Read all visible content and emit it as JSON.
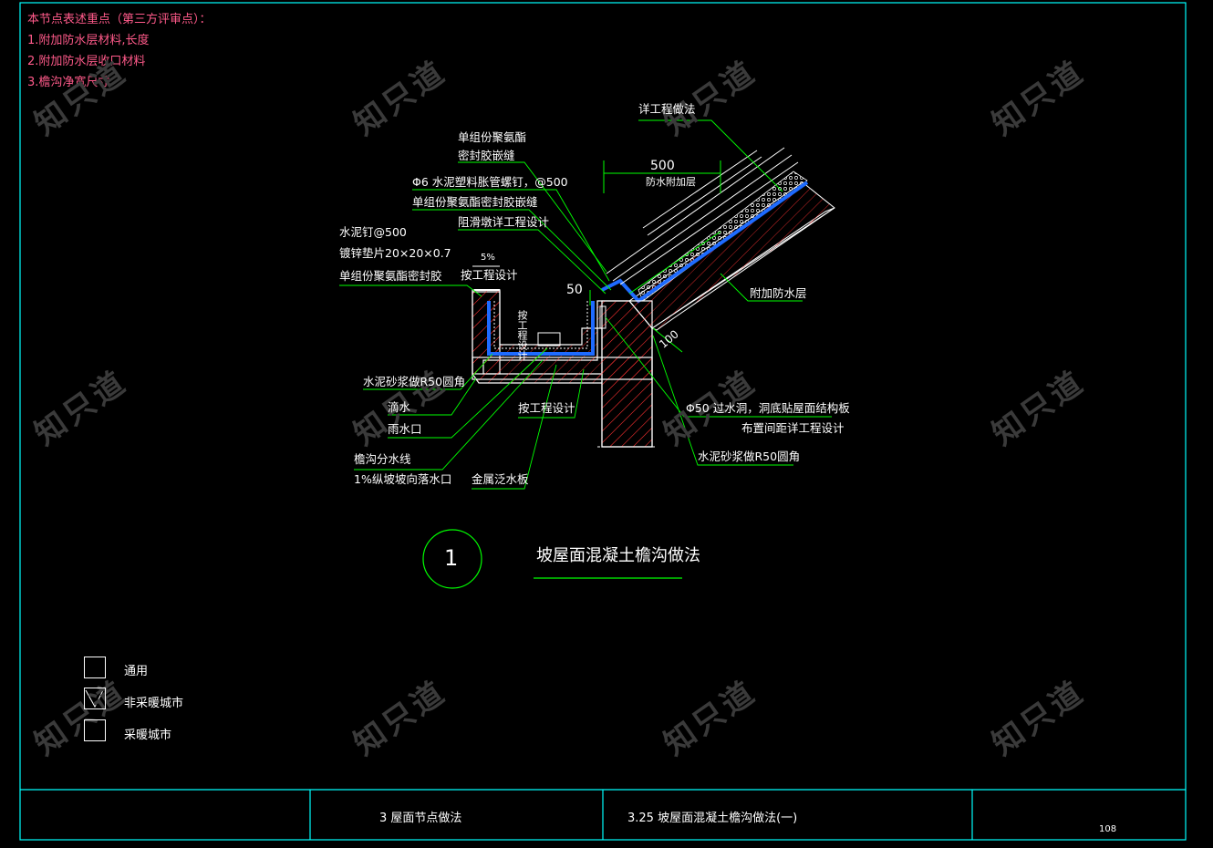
{
  "notes": [
    "本节点表述重点（第三方评审点）：",
    "1.附加防水层材料,长度",
    "2.附加防水层收口材料",
    "3.檐沟净宽尺寸"
  ],
  "labels": {
    "detail_ref": "详工程做法",
    "pu_sealant_1": "单组份聚氨酯",
    "pu_sealant_2": "密封胶嵌缝",
    "dim_500": "500",
    "waterproof_add": "防水附加层",
    "anchor_bolt": "Φ6 水泥塑料胀管螺钉，@500",
    "pu_sealant_joint": "单组份聚氨酯密封胶嵌缝",
    "anti_slip": "阻滑墩详工程设计",
    "cement_nail": "水泥钉@500",
    "galv_pad": "镀锌垫片20×20×0.7",
    "pu_sealant_3": "单组份聚氨酯密封胶",
    "slope_5": "5%",
    "per_design_1": "按工程设计",
    "dim_50": "50",
    "extra_waterproof": "附加防水层",
    "dim_100": "100",
    "mortar_r50_1": "水泥砂浆做R50圆角",
    "drip": "滴水",
    "rain_outlet": "雨水口",
    "per_design_2": "按工程设计",
    "drain_hole_1": "Φ50 过水洞，洞底贴屋面结构板",
    "drain_hole_2": "布置间距详工程设计",
    "gutter_line": "檐沟分水线",
    "slope_1": "1%纵坡坡向落水口",
    "metal_flashing": "金属泛水板",
    "mortar_r50_2": "水泥砂浆做R50圆角",
    "vertical_design": "按工程设计"
  },
  "detail": {
    "number": "1",
    "title": "坡屋面混凝土檐沟做法"
  },
  "legend": [
    {
      "label": "通用",
      "checked": false
    },
    {
      "label": "非采暖城市",
      "checked": true
    },
    {
      "label": "采暖城市",
      "checked": false
    }
  ],
  "title_block": {
    "chapter": "3   屋面节点做法",
    "section": "3.25  坡屋面混凝土檐沟做法(一)",
    "page": "108"
  },
  "watermark": "知只道",
  "colors": {
    "background": "#000000",
    "frame": "#00ffff",
    "leader": "#00ff00",
    "notes": "#ff5a8a",
    "concrete_hatch": "#ff3030",
    "waterproof": "#1e6bff",
    "insulation": "#ffffff"
  }
}
